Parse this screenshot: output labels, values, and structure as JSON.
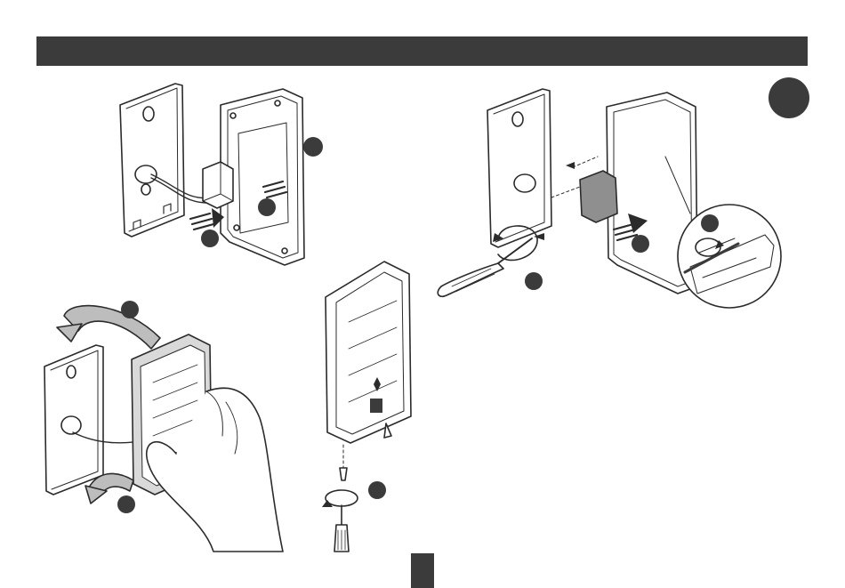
{
  "colors": {
    "dark": "#3b3b3b",
    "line": "#2b2b2b",
    "panel_fill": "#ffffff",
    "shade": "#9a9a9a"
  },
  "icons": {
    "header": "header-bar",
    "page_tab": "page-marker",
    "step_badge": "step-circle",
    "callouts": "numbered-step-dots"
  },
  "figures": [
    "mount-plate-and-housing",
    "housing-attach",
    "screw-fixing",
    "terminal-wiring-detail"
  ]
}
